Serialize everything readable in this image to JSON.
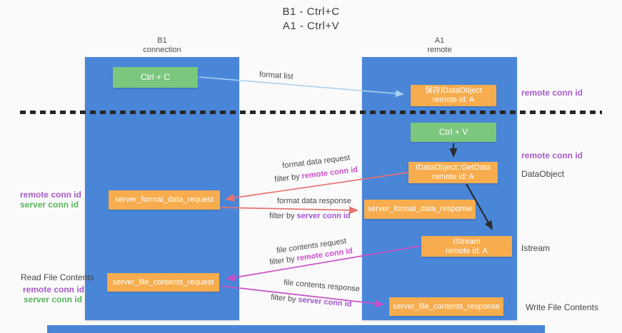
{
  "title": {
    "line1": "B1 - Ctrl+C",
    "line2": "A1 - Ctrl+V"
  },
  "lifelines": {
    "left": {
      "name": "B1",
      "role": "connection"
    },
    "right": {
      "name": "A1",
      "role": "remote"
    }
  },
  "boxes": {
    "ctrl_c": {
      "label": "Ctrl + C"
    },
    "ctrl_v": {
      "label": "Ctrl + V"
    },
    "save_dataobject": {
      "line1": "保存IDataObject",
      "line2": "remote id: A"
    },
    "getdata": {
      "line1": "IDataObject::GetData",
      "line2": "remote id: A"
    },
    "istream": {
      "line1": "IStream",
      "line2": "remote id: A"
    },
    "server_format_data_request": {
      "label": "server_format_data_request"
    },
    "server_format_data_response": {
      "label": "server_format_data_response"
    },
    "server_file_contents_request": {
      "label": "server_file_contents_request"
    },
    "server_file_contents_response": {
      "label": "server_file_contents_response"
    }
  },
  "arrow_labels": {
    "format_list": "format list",
    "format_data_request": "format data request",
    "format_data_request_filter": {
      "prefix": "filter by ",
      "highlight": "remote conn id"
    },
    "format_data_response": "format data response",
    "format_data_response_filter": {
      "prefix": "filter by ",
      "highlight": "server conn id"
    },
    "file_contents_request": "file contents request",
    "file_contents_request_filter": {
      "prefix": "filter by ",
      "highlight": "remote conn id"
    },
    "file_contents_response": "file contents response",
    "file_contents_response_filter": {
      "prefix": "filter by ",
      "highlight": "server conn id"
    }
  },
  "side_labels": {
    "right_remote_conn_id_top": "remote conn id",
    "right_remote_conn_id_mid": "remote conn id",
    "right_dataobject": "DataObject",
    "right_istream": "Istream",
    "right_write_file_contents": "Write File Contents",
    "left_remote_conn_id_top": "remote conn id",
    "left_server_conn_id_top": "server conn id",
    "left_read_file_contents": "Read File Contents",
    "left_remote_conn_id_bottom": "remote conn id",
    "left_server_conn_id_bottom": "server conn id"
  },
  "colors": {
    "lifeline_blue": "#4a86d8",
    "box_orange": "#f7ac4d",
    "box_green": "#7cc77e",
    "arrow_light_blue": "#a9d2f0",
    "arrow_salmon": "#e8736f",
    "arrow_magenta": "#c94fc5",
    "arrow_black": "#2b2b2b",
    "side_label_purple": "#a75bc9",
    "side_label_green": "#56b65c",
    "filter_highlight_remote": "#cd4ecb",
    "filter_highlight_server": "#9f55d5"
  }
}
